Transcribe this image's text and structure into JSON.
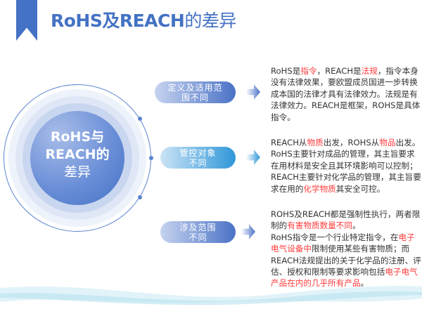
{
  "title": {
    "part1": "RoHS及REACH",
    "part2": "的差异"
  },
  "center": {
    "line1": "RoHS与",
    "line2": "REACH的",
    "line3": "差异"
  },
  "pills": [
    "定义及适用范围不同",
    "管控对象不同",
    "涉及范围不同"
  ],
  "blocks": [
    [
      {
        "t": "RoHS是"
      },
      {
        "t": "指令",
        "red": true
      },
      {
        "t": "，REACH是"
      },
      {
        "t": "法规",
        "red": true
      },
      {
        "t": "，指令本身没有法律效果，要欧盟成员国进一步转换成本国的法律才具有法律效力。法规是有法律效力。REACH是框架，ROHS是具体指令。"
      }
    ],
    [
      {
        "t": "REACH从"
      },
      {
        "t": "物质",
        "red": true
      },
      {
        "t": "出发，ROHS从"
      },
      {
        "t": "物品",
        "red": true
      },
      {
        "t": "出发。RoHS主要针对成品的管理，其主旨要求在用材料是安全且其环境影响可以控制；REACH主要针对化学品的管理，其主旨要求在用的"
      },
      {
        "t": "化学物质",
        "red": true
      },
      {
        "t": "其安全可控。"
      }
    ],
    [
      {
        "t": "ROHS及REACH都是强制性执行，两者限制的"
      },
      {
        "t": "有害物质数量不同",
        "red": true
      },
      {
        "t": "。"
      },
      {
        "br": true
      },
      {
        "t": "RoHS指令是一个行业特定指令，在"
      },
      {
        "t": "电子电气设备中",
        "red": true
      },
      {
        "t": "限制使用某些有害物质；而REACH法规提出的关于化学品的注册、评估、授权和限制等要求影响包括"
      },
      {
        "t": "电子电气产品在内的几乎所有产品",
        "red": true
      },
      {
        "t": "。"
      }
    ]
  ],
  "colors": {
    "accent": "#4472c4",
    "highlight": "#ff3b3b",
    "pill_mid": "#2f97d8"
  }
}
